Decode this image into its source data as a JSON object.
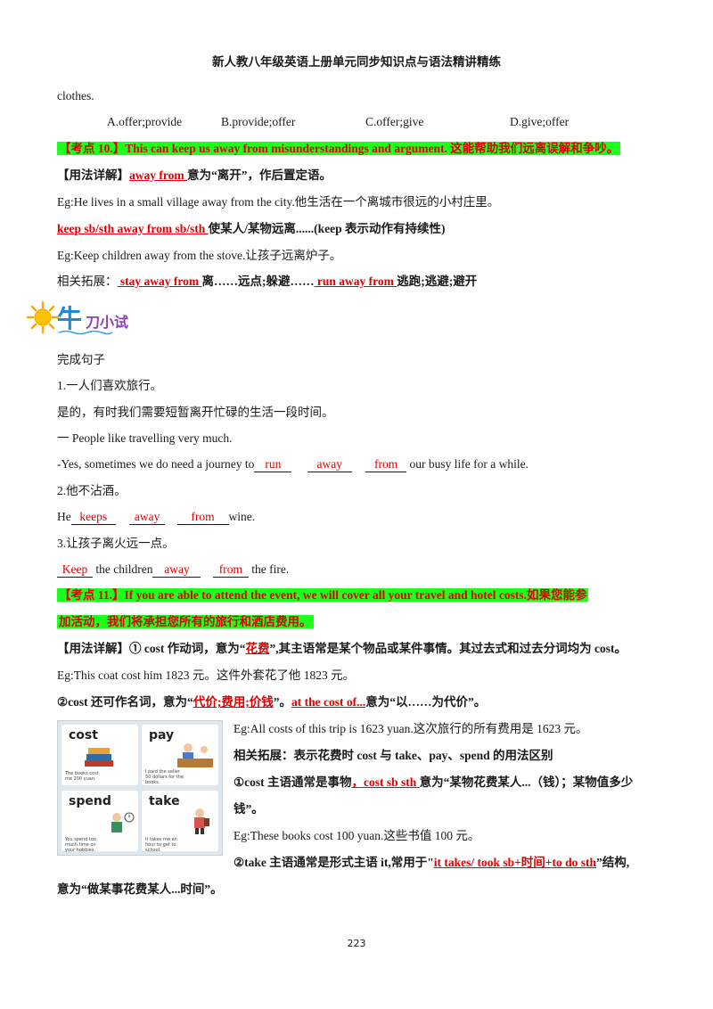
{
  "header": {
    "title": "新人教八年级英语上册单元同步知识点与语法精讲精练"
  },
  "intro": {
    "tail": "clothes."
  },
  "options": {
    "a": "A.offer;provide",
    "b": "B.provide;offer",
    "c": "C.offer;give",
    "d": "D.give;offer"
  },
  "point10": {
    "heading": "【考点 10.】This  can  keep  us  away  from  misunderstandings  and  argument.  这能帮助我们远离误解和争吵。",
    "usage_label": "【用法详解】",
    "usage_phrase": "away from ",
    "usage_text": "意为“离开”，作后置定语。",
    "eg1": "Eg:He lives in a small village away from the city.他生活在一个离城市很远的小村庄里。",
    "keep_phrase": "keep sb/sth away from sb/sth ",
    "keep_text": "使某人/某物远离......(keep 表示动作有持续性)",
    "eg2": "Eg:Keep  children  away  from  the  stove.让孩子远离炉子。",
    "ext_label": "相关拓展：",
    "ext_phrase1": " stay away from ",
    "ext_text1": "离……远点;躲避……",
    "ext_phrase2": " run away from ",
    "ext_text2": "逃跑;逃避;避开"
  },
  "logo": {
    "big": "牛",
    "small": "刀小试"
  },
  "exercise": {
    "title": "完成句子",
    "q1_cn": "1.一人们喜欢旅行。",
    "q1_cn2": "是的，有时我们需要短暂离开忙碌的生活一段时间。",
    "q1_en": "一 People like travelling very much.",
    "q1_en2_pre": "-Yes, sometimes we do need a journey to",
    "q1_b1": "run",
    "q1_b2": "away",
    "q1_b3": "from",
    "q1_en2_post": " our busy life  for a while.",
    "q2_cn": "2.他不沾酒。",
    "q2_pre": "He",
    "q2_b1": "keeps",
    "q2_b2": "away",
    "q2_b3": "from",
    "q2_post": "wine.",
    "q3_cn": "3.让孩子离火远一点。",
    "q3_b0": "Keep",
    "q3_mid": " the children",
    "q3_b1": "away",
    "q3_b2": "from",
    "q3_post": " the fire."
  },
  "point11": {
    "heading1": "【考点 11.】If  you  are  able  to  attend  the  event,  we  will  cover  all  your  travel  and  hotel  costs.如果您能参",
    "heading2": "加活动，我们将承担您所有的旅行和酒店费用。",
    "usage_label": "【用法详解】①",
    "usage_a": " cost 作动词，意为“",
    "usage_word": "花费",
    "usage_b": "”,其主语常是某个物品或某件事情。其过去式和过去分词均为 cost。",
    "eg1": "Eg:This coat cost him 1823 元。这件外套花了他 1823 元。",
    "noun_a": "②cost 还可作名词，意为“",
    "noun_word": "代价;费用;价钱",
    "noun_b": "”。",
    "noun_phrase": "at the cost of...",
    "noun_c": "意为“以……为代价”。",
    "eg2": "Eg:All costs of this trip is 1623 yuan.这次旅行的所有费用是 1623 元。",
    "ext": "相关拓展：表示花费时 cost 与 take、pay、spend 的用法区别",
    "r1_a": "①cost 主语通常是事物",
    "r1_phrase": "，cost sb sth ",
    "r1_b": "意为“某物花费某人...（钱）；某物值多少",
    "r1_c": "钱”。",
    "eg3": "Eg:These books cost 100 yuan.这些书值 100 元。",
    "r2_a": "②take 主语通常是形式主语 it,常用于\"",
    "r2_phrase": "it takes/ took sb+时间+to do sth",
    "r2_b": "”结构,",
    "r2_c": "意为“做某事花费某人...时间”。"
  },
  "figure": {
    "w_cost": "cost",
    "w_pay": "pay",
    "w_spend": "spend",
    "w_take": "take",
    "c_cost": "The books cost me 200 yuan.",
    "c_pay": "I paid the seller 50 dollars for the books.",
    "c_spend": "You spend too much time on your hobbies.",
    "c_take": "It takes me an hour to get to school."
  },
  "footer": {
    "page": "223"
  }
}
